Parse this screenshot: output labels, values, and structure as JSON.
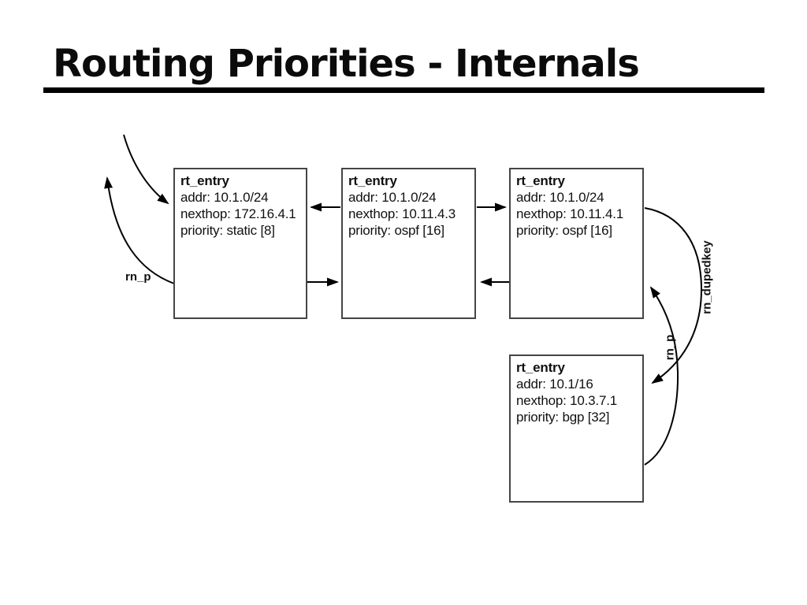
{
  "slide": {
    "title": "Routing Priorities - Internals"
  },
  "nodes": [
    {
      "title": "rt_entry",
      "addr": "addr: 10.1.0/24",
      "nexthop": "nexthop: 172.16.4.1",
      "priority": "priority: static [8]"
    },
    {
      "title": "rt_entry",
      "addr": "addr: 10.1.0/24",
      "nexthop": "nexthop: 10.11.4.3",
      "priority": "priority: ospf [16]"
    },
    {
      "title": "rt_entry",
      "addr": "addr: 10.1.0/24",
      "nexthop": "nexthop: 10.11.4.1",
      "priority": "priority: ospf [16]"
    },
    {
      "title": "rt_entry",
      "addr": "addr: 10.1/16",
      "nexthop": "nexthop: 10.3.7.1",
      "priority": "priority: bgp [32]"
    }
  ],
  "labels": {
    "rn_p_left": "rn_p",
    "rn_p_right": "rn_p",
    "rn_dupedkey": "rn_dupedkey"
  },
  "colors": {
    "background": "#ffffff",
    "arrow_stroke": "#000000",
    "box_border": "#454545",
    "text": "#111111"
  }
}
